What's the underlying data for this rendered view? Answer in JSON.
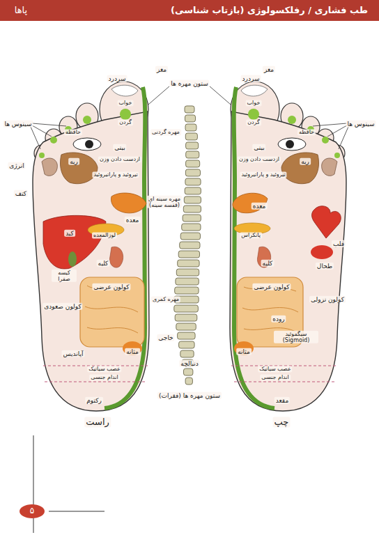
{
  "diagram": {
    "title": "طب فشاری / رفلکسولوژی (بازتاب شناسی)",
    "labels": [
      "پاها",
      "سردرد",
      "مغز",
      "ستون مهره ها",
      "سینوس ها",
      "حافظه",
      "خواب",
      "گردن",
      "انرژی",
      "کتف",
      "بینی",
      "مهره گردنی",
      "ریه",
      "ازدست دادن وزن",
      "تیروئید و پاراتیروئید",
      "معده",
      "مهره سینه ای (قفسه سینه)",
      "لوزالمعده",
      "کبد",
      "کیسه صفرا",
      "کلیه",
      "کولون عرضی",
      "مهره کمری",
      "کولون صعودی",
      "خاجی",
      "آپاندیس",
      "مثانه",
      "عصب سیاتیک",
      "اندام جنسی",
      "دنبالچه",
      "رکتوم",
      "ستون مهره ها (فقرات)",
      "راست",
      "چپ",
      "سردرد",
      "مغز",
      "سینوس ها",
      "حافظه",
      "خواب",
      "گردن",
      "بینی",
      "ریه",
      "ازدست دادن وزن",
      "تیروئید و پاراتیروئید",
      "معده",
      "پانکراس",
      "قلب",
      "طحال",
      "کلیه",
      "کولون عرضی",
      "کولون نزولی",
      "روده",
      "سیگموئید (Sigmoid)",
      "مثانه",
      "عصب سیاتیک",
      "اندام جنسی",
      "مقعد",
      "۵"
    ]
  }
}
